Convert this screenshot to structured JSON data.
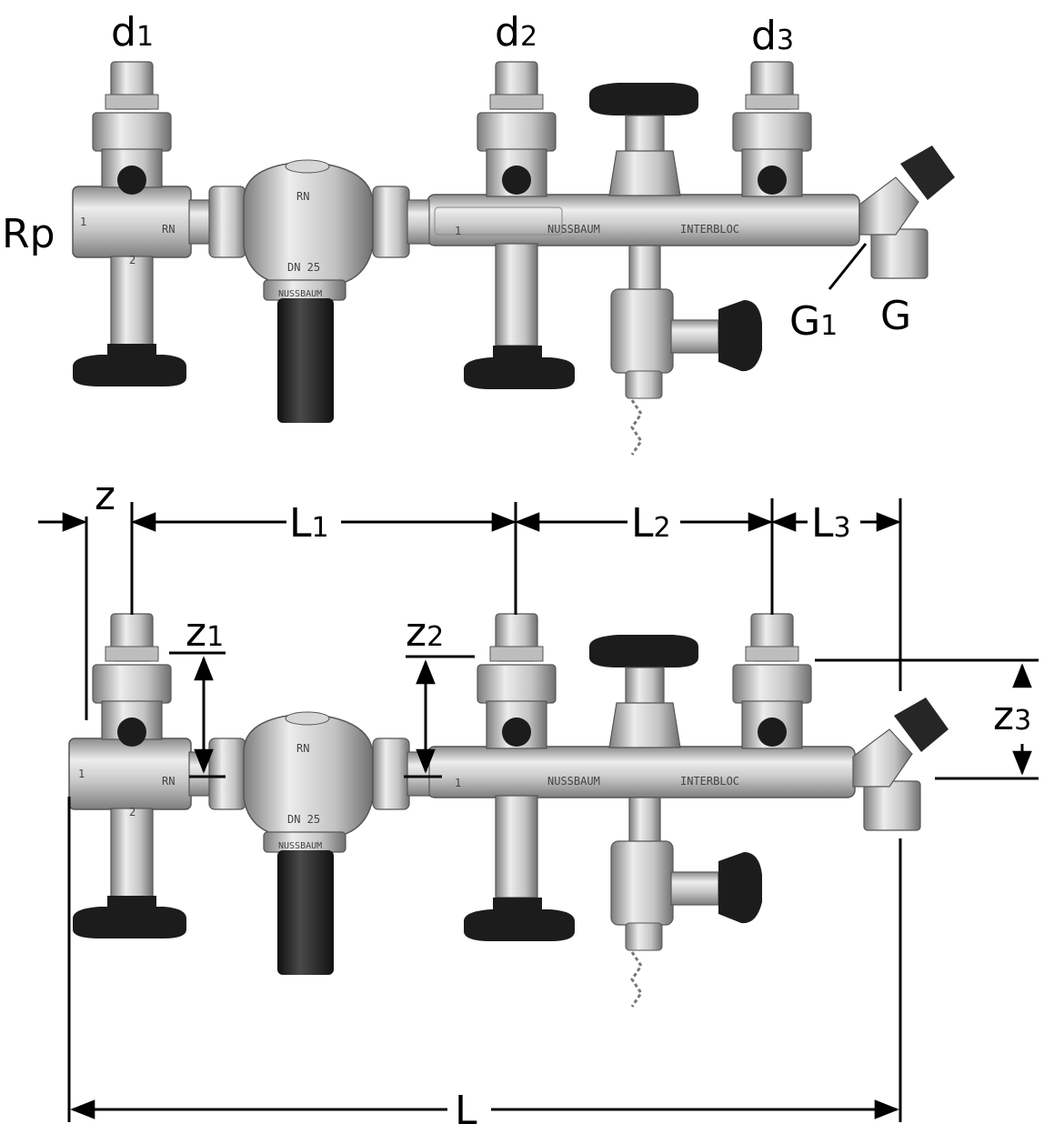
{
  "colors": {
    "line": "#000000",
    "metal_light": "#e4e4e4",
    "metal_mid": "#b5b5b5",
    "metal_dark": "#7a7a7a",
    "handle": "#1c1c1c"
  },
  "icons": {
    "handwheel": "handwheel-icon",
    "valve_knob": "valve-knob-icon",
    "press_fitting": "press-fitting-icon",
    "pressure_reducer": "pressure-reducer-icon",
    "chain": "chain-icon"
  },
  "top_view": {
    "outlet_labels": [
      {
        "main": "d",
        "sub": "1"
      },
      {
        "main": "d",
        "sub": "2"
      },
      {
        "main": "d",
        "sub": "3"
      }
    ],
    "inlet_label": "Rp",
    "thread_labels": [
      {
        "main": "G",
        "sub": "1"
      },
      {
        "main": "G",
        "sub": ""
      }
    ],
    "body_markings": {
      "left_valve": [
        "1",
        "RN",
        "2"
      ],
      "reducer": [
        "RN",
        "DN 25",
        "NUSSBAUM"
      ],
      "manifold": [
        "1",
        "NUSSBAUM",
        "INTERBLOC"
      ]
    }
  },
  "bottom_view": {
    "dimensions": {
      "z": {
        "main": "z",
        "sub": ""
      },
      "L1": {
        "main": "L",
        "sub": "1"
      },
      "L2": {
        "main": "L",
        "sub": "2"
      },
      "L3": {
        "main": "L",
        "sub": "3"
      },
      "z1": {
        "main": "z",
        "sub": "1"
      },
      "z2": {
        "main": "z",
        "sub": "2"
      },
      "z3": {
        "main": "z",
        "sub": "3"
      },
      "L": {
        "main": "L",
        "sub": ""
      }
    },
    "body_markings": {
      "left_valve": [
        "1",
        "RN",
        "2"
      ],
      "reducer": [
        "RN",
        "DN 25",
        "NUSSBAUM"
      ],
      "manifold": [
        "1",
        "NUSSBAUM",
        "INTERBLOC"
      ]
    }
  }
}
